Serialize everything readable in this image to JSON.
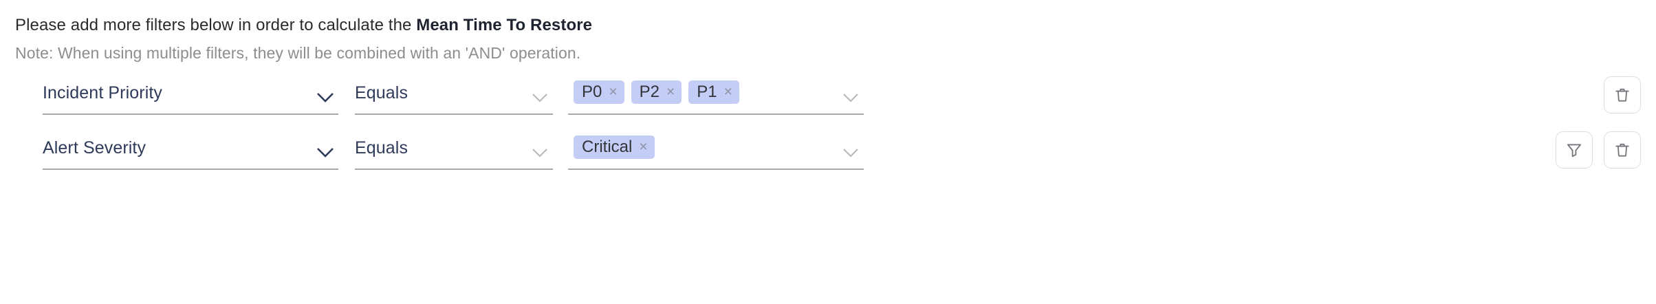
{
  "header": {
    "intro_prefix": "Please add more filters below in order to calculate the ",
    "intro_metric": "Mean Time To Restore",
    "note": "Note: When using multiple filters, they will be combined with an 'AND' operation."
  },
  "colors": {
    "tag_background": "#c3cdf5",
    "field_text": "#2e3a59",
    "note_text": "#8d8d8d",
    "underline": "#a9a9ad",
    "icon_stroke": "#76767c"
  },
  "filters": [
    {
      "field": "Incident Priority",
      "operator": "Equals",
      "values": [
        "P0",
        "P2",
        "P1"
      ],
      "remove_label": "×",
      "buttons": [
        "delete"
      ]
    },
    {
      "field": "Alert Severity",
      "operator": "Equals",
      "values": [
        "Critical"
      ],
      "remove_label": "×",
      "buttons": [
        "filter",
        "delete"
      ]
    }
  ],
  "icons": {
    "chevron_down": "chevron-down-icon",
    "funnel": "funnel-icon",
    "trash": "trash-icon"
  }
}
